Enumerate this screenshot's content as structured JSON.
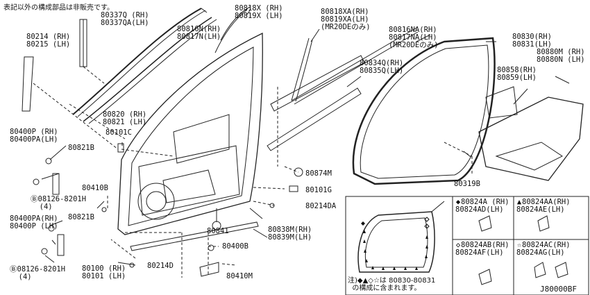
{
  "header_note": "表記以外の構成部品は非販売です。",
  "diagram_code": "J80000BF",
  "labels": {
    "p80337q": [
      "80337Q (RH)",
      "80337QA(LH)"
    ],
    "p80214": [
      "80214 (RH)",
      "80215 (LH)"
    ],
    "p80816n": [
      "80816N(RH)",
      "80817N(LH)"
    ],
    "p80818x": [
      "80818X (RH)",
      "80819X (LH)"
    ],
    "p80818xa": [
      "80818XA(RH)",
      "80819XA(LH)",
      "(MR20DEのみ)"
    ],
    "p80816na": [
      "80816NA(RH)",
      "80817NA(LH)",
      "(MR20DEのみ)"
    ],
    "p80830": [
      "80830(RH)",
      "80831(LH)"
    ],
    "p80880m": [
      "80880M (RH)",
      "80880N (LH)"
    ],
    "p80858": [
      "80858(RH)",
      "80859(LH)"
    ],
    "p80834q": [
      "80834Q(RH)",
      "80835Q(LH)"
    ],
    "p80820": [
      "80820 (RH)",
      "80821 (LH)"
    ],
    "p80101c": [
      "80101C"
    ],
    "p80400p": [
      "80400P (RH)",
      "80400PA(LH)"
    ],
    "p80821b_a": [
      "80821B"
    ],
    "p08126_a": [
      "Ⓑ08126-8201H",
      "  (4)"
    ],
    "p80410b": [
      "80410B"
    ],
    "p80400pa": [
      "80400PA(RH)",
      "80400P (LH)"
    ],
    "p80821b_b": [
      "80821B"
    ],
    "p08126_b": [
      "Ⓑ08126-8201H",
      "  (4)"
    ],
    "p80100": [
      "80100 (RH)",
      "80101 (LH)"
    ],
    "p80214d": [
      "80214D"
    ],
    "p80874m": [
      "80874M"
    ],
    "p80101g": [
      "80101G"
    ],
    "p80214da": [
      "80214DA"
    ],
    "p80841": [
      "80841"
    ],
    "p80838m": [
      "80838M(RH)",
      "80839M(LH)"
    ],
    "p80400b": [
      "80400B"
    ],
    "p80410m": [
      "80410M"
    ],
    "p80319b": [
      "80319B"
    ]
  },
  "clip_boxes": {
    "a": {
      "symbol": "◆",
      "lines": [
        "80824A (RH)",
        "80824AD(LH)"
      ]
    },
    "aa": {
      "symbol": "▲",
      "lines": [
        "80824AA(RH)",
        "80824AE(LH)"
      ]
    },
    "ab": {
      "symbol": "◇",
      "lines": [
        "80824AB(RH)",
        "80824AF(LH)"
      ]
    },
    "ac": {
      "symbol": "☆",
      "lines": [
        "80824AC(RH)",
        "80824AG(LH)"
      ]
    }
  },
  "footnote": [
    "注)◆▲◇☆は 80830-80831",
    "  の構成に含まれます。"
  ]
}
